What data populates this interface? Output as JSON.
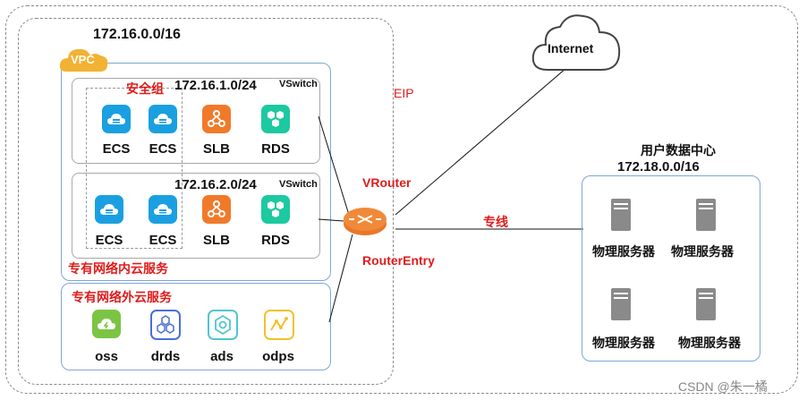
{
  "vpc": {
    "cidr": "172.16.0.0/16",
    "badge": "VPC",
    "security_group_label": "安全组",
    "vswitch1": {
      "cidr": "172.16.1.0/24",
      "tag": "VSwitch",
      "services": [
        "ECS",
        "ECS",
        "SLB",
        "RDS"
      ]
    },
    "vswitch2": {
      "cidr": "172.16.2.0/24",
      "tag": "VSwitch",
      "services": [
        "ECS",
        "ECS",
        "SLB",
        "RDS"
      ]
    },
    "inner_services_label": "专有网络内云服务",
    "outer_services_label": "专有网络外云服务",
    "outer_services": [
      "oss",
      "drds",
      "ads",
      "odps"
    ]
  },
  "network": {
    "eip": "EIP",
    "vrouter": "VRouter",
    "router_entry": "RouterEntry",
    "internet": "Internet",
    "dedicated_line": "专线"
  },
  "datacenter": {
    "title": "用户数据中心",
    "cidr": "172.18.0.0/16",
    "servers": [
      "物理服务器",
      "物理服务器",
      "物理服务器",
      "物理服务器"
    ]
  },
  "watermark": "CSDN @朱一橘",
  "colors": {
    "red": "#e01b1b",
    "ecs_blue": "#1aa0e0",
    "slb_orange": "#f07a2a",
    "rds_teal": "#1cc9a0",
    "oss_green": "#7cc443",
    "drds_blue": "#4a6fd6",
    "ads_teal": "#4fc6cf",
    "odps_yellow": "#f2c12e",
    "router_orange": "#f08a3a",
    "server_gray": "#8a8a8a"
  }
}
